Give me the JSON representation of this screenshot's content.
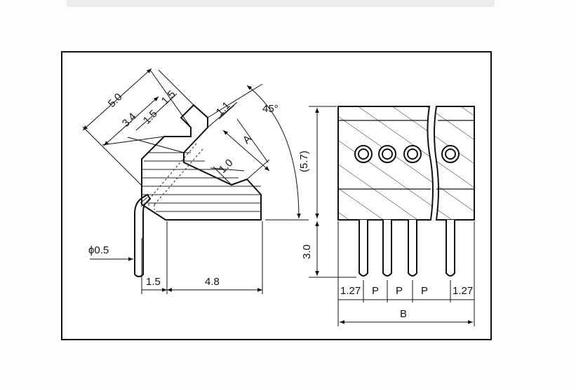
{
  "side_view": {
    "dim_5_0": "5.0",
    "dim_3_4": "3.4",
    "dim_1_5a": "1.5",
    "dim_1_5b": "1.5",
    "dim_1_1": "1.1",
    "dim_A": "A",
    "dim_1_0": "1.0",
    "angle": "45°",
    "pin_dia": "ϕ0.5",
    "dim_1_5_bottom": "1.5",
    "dim_4_8": "4.8"
  },
  "front_view": {
    "height": "(5.7)",
    "pin_len": "3.0",
    "pitch_end_left": "1.27",
    "pitch_1": "P",
    "pitch_2": "P",
    "pitch_3": "P",
    "pitch_end_right": "1.27",
    "width": "B"
  }
}
